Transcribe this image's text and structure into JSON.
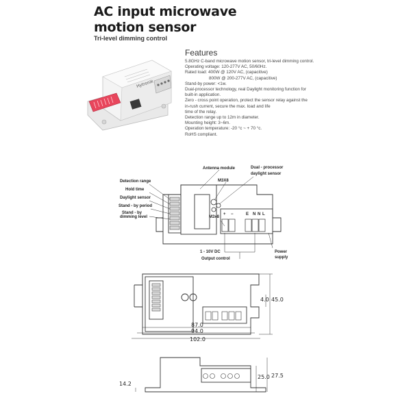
{
  "title": {
    "line1": "AC input microwave",
    "line2": "motion sensor"
  },
  "subtitle": "Tri-level dimming control",
  "product_brand": "Hytronik",
  "features": {
    "heading": "Features",
    "items": [
      "5.8GHz C-band microwave motion sensor, tri-level dimming control.",
      "Operating voltage: 120-277V AC, 50/60Hz.",
      "Rated load: 400W @ 120V AC, (capacitive)",
      "                    800W @ 200-277V AC, (capacitive)",
      "Stand-by power: <1w.",
      "Dual-processor technology, real Daylight monitoring function for",
      "built-in application.",
      "Zero - cross point operation, protect the sensor relay against the",
      "in-rush current, secure the max. load and life",
      "time of the relay.",
      "Detection range up to 12m in diameter.",
      "Mounting height: 3~6m.",
      "Operation temperature: -20 °c ~ + 70 °c.",
      "RoHS compliant."
    ]
  },
  "diagram_labels": {
    "antenna_module": "Antenna module",
    "dual_processor": "Dual - processor",
    "daylight_sensor_top": "daylight sensor",
    "m3x8_top": "M3X8",
    "detection_range": "Detection range",
    "hold_time": "Hold time",
    "daylight_sensor": "Daylight sensor",
    "standby_period": "Stand - by period",
    "standby_dimming_1": "Stand - by",
    "standby_dimming_2": "dimming level",
    "m3x8_side": "M3x8",
    "terminal_plus": "+",
    "terminal_minus": "−",
    "terminal_e": "E",
    "terminal_n1": "N",
    "terminal_n2": "N",
    "terminal_l": "L",
    "dc_range": "1 - 10V DC",
    "output_control": "Output control",
    "power_1": "Power",
    "power_2": "supply"
  },
  "dimensions": {
    "d4": "4.0",
    "d45": "45.0",
    "d87": "87.0",
    "d94": "94.0",
    "d102": "102.0",
    "d14": "14.2",
    "d25": "25.0",
    "d27": "27.5"
  }
}
